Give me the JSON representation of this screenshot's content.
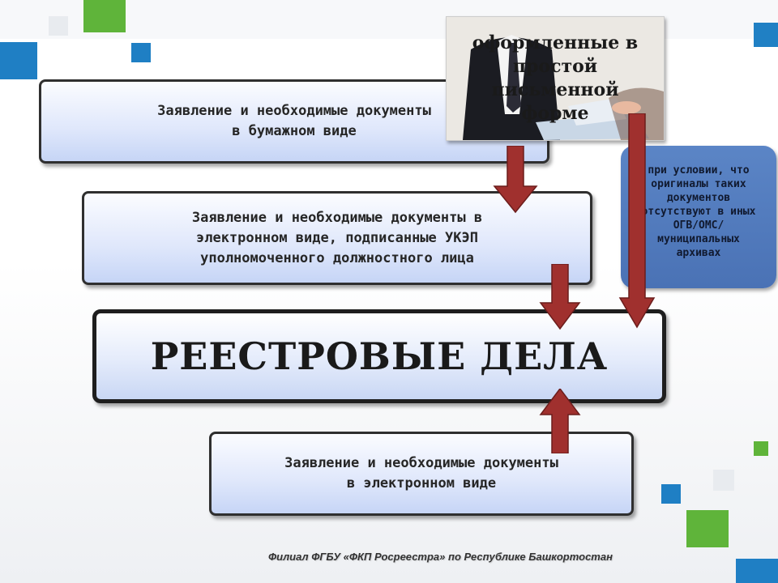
{
  "colors": {
    "accent_green": "#5fb43a",
    "accent_blue": "#1f7fc4",
    "arrow_fill": "#a0302e",
    "box_border": "#2f2f2f",
    "side_box": "#5078bb"
  },
  "boxes": {
    "paper": {
      "lines": [
        "Заявление и необходимые документы",
        "в бумажном виде"
      ]
    },
    "electronic_signed": {
      "lines": [
        "Заявление и необходимые документы в",
        "электронном виде, подписанные УКЭП",
        "уполномоченного должностного лица"
      ]
    },
    "main": {
      "title": "РЕЕСТРОВЫЕ ДЕЛА"
    },
    "electronic": {
      "lines": [
        "Заявление и необходимые документы",
        "в электронном виде"
      ]
    }
  },
  "photo_caption": {
    "lines": [
      "оформленные в",
      "простой",
      "письменной",
      "форме"
    ]
  },
  "side_note": {
    "lines": [
      "при условии, что",
      "оригиналы таких",
      "документов",
      "отсутствуют в иных",
      "ОГВ/ОМС/",
      "муниципальных",
      "архивах"
    ]
  },
  "footer": {
    "text": "Филиал ФГБУ «ФКП Росреестра» по Республике Башкортостан"
  }
}
